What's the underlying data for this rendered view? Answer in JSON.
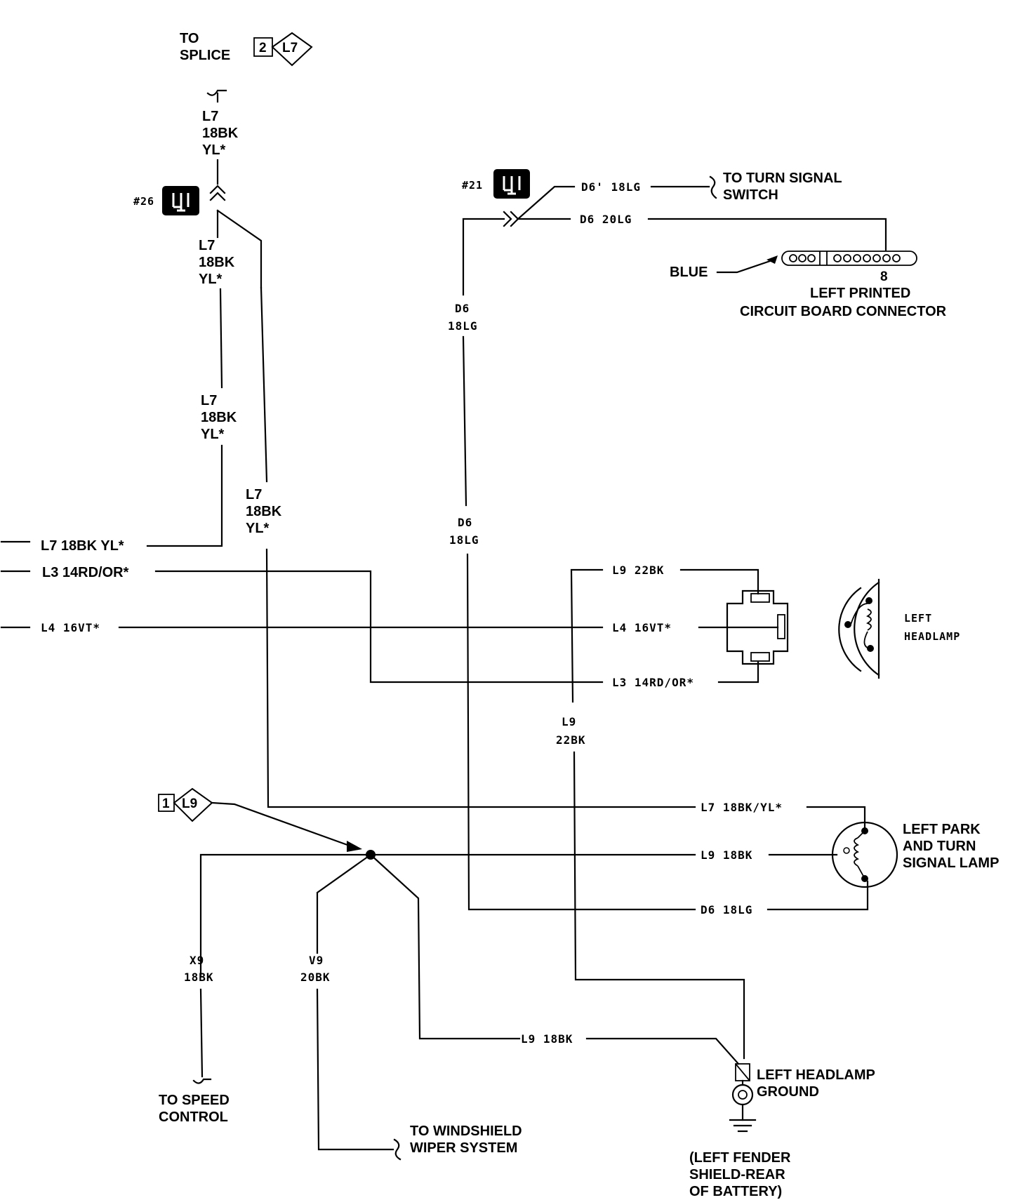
{
  "top_splice": {
    "line1": "TO",
    "line2": "SPLICE",
    "connector_num": "2",
    "connector_code": "L7"
  },
  "wire_l7_a": {
    "circuit": "L7",
    "gauge": "18BK",
    "tracer": "YL*"
  },
  "wire_l7_b": {
    "circuit": "L7",
    "gauge": "18BK",
    "tracer": "YL*"
  },
  "wire_l7_c": {
    "circuit": "L7",
    "gauge": "18BK",
    "tracer": "YL*"
  },
  "wire_l7_d": {
    "circuit": "L7",
    "gauge": "18BK",
    "tracer": "YL*"
  },
  "conn_26": "#26",
  "conn_21": "#21",
  "wire_d6_prime": "D6' 18LG",
  "wire_d6_20": "D6 20LG",
  "turn_signal": {
    "line1": "TO TURN SIGNAL",
    "line2": "SWITCH"
  },
  "pcb": {
    "blue": "BLUE",
    "pin": "8",
    "line1": "LEFT PRINTED",
    "line2": "CIRCUIT BOARD CONNECTOR"
  },
  "wire_d6_a": {
    "circuit": "D6",
    "gauge": "18LG"
  },
  "wire_d6_b": {
    "circuit": "D6",
    "gauge": "18LG"
  },
  "left_wires": {
    "l7": "L7 18BK YL*",
    "l3": "L3 14RD/OR*",
    "l4": "L4 16VT*"
  },
  "headlamp": {
    "l9": "L9 22BK",
    "l4": "L4 16VT*",
    "l3": "L3 14RD/OR*",
    "line1": "LEFT",
    "line2": "HEADLAMP"
  },
  "wire_l9_22": {
    "circuit": "L9",
    "gauge": "22BK"
  },
  "splice_l9": {
    "num": "1",
    "code": "L9"
  },
  "park_lamp": {
    "l7": "L7 18BK/YL*",
    "l9": "L9 18BK",
    "d6": "D6 18LG",
    "line1": "LEFT PARK",
    "line2": "AND TURN",
    "line3": "SIGNAL LAMP"
  },
  "wire_x9": {
    "circuit": "X9",
    "gauge": "18BK"
  },
  "wire_v9": {
    "circuit": "V9",
    "gauge": "20BK"
  },
  "wire_l9_18": "L9 18BK",
  "speed_control": {
    "line1": "TO SPEED",
    "line2": "CONTROL"
  },
  "wiper": {
    "line1": "TO WINDSHIELD",
    "line2": "WIPER SYSTEM"
  },
  "ground": {
    "line1": "LEFT HEADLAMP",
    "line2": "GROUND",
    "note1": "(LEFT FENDER",
    "note2": "SHIELD-REAR",
    "note3": "OF BATTERY)"
  }
}
